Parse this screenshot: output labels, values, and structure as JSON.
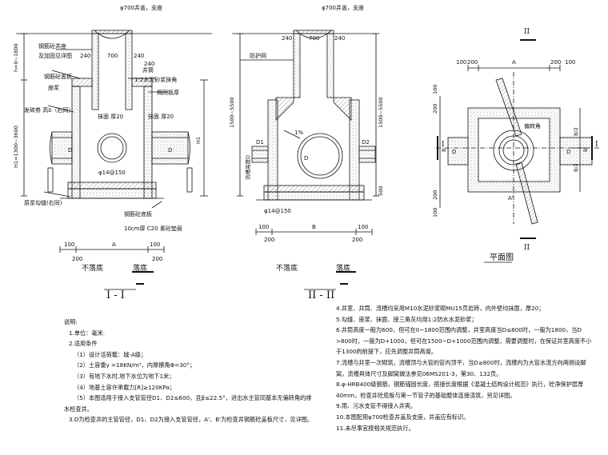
{
  "section1": {
    "title": "I - I",
    "cover_label": "φ700井盖，支座",
    "left_labels": [
      "钢筋砼井座",
      "及加固见详图",
      "钢筋砼盖板",
      "座浆",
      "发砖券 高δ（右同）",
      "原浆勾缝(右同)"
    ],
    "right_labels": [
      "井筒",
      "1:2水泥砂浆抹角",
      "揭同板厚",
      "抹面 厚20"
    ],
    "inner_labels": [
      "抹面 厚20",
      "D",
      "D"
    ],
    "bottom_labels": [
      "钢筋砼底板",
      "10cm厚 C20 素砼垫层",
      "φ14@150"
    ],
    "vertical_dims": [
      "h=0~1800",
      "H1=1300~3600",
      "H1"
    ],
    "top_dims": [
      "240",
      "700",
      "240",
      "240"
    ],
    "bottom_dims": [
      "100",
      "A",
      "100",
      "200",
      "200"
    ],
    "base_labels": [
      "不落底",
      "落底"
    ]
  },
  "section2": {
    "title": "II - II",
    "cover_label": "φ700井盖，支座",
    "labels": [
      "防护网",
      "240",
      "700",
      "240",
      "1%",
      "D1",
      "D2",
      "D",
      "流槽高度D"
    ],
    "vertical_dims": [
      "1500~5500",
      "1500~5500",
      "500"
    ],
    "bottom_labels": [
      "φ14@150"
    ],
    "bottom_dims": [
      "100",
      "B",
      "100",
      "200",
      "200"
    ],
    "base_labels": [
      "不落底",
      "落底"
    ]
  },
  "plan": {
    "title": "平面图",
    "section_mark": "II",
    "section_mark_side": "I",
    "labels": [
      "100",
      "200",
      "A",
      "200",
      "100",
      "偏转角",
      "D",
      "D",
      "A'",
      "B/2",
      "B/2",
      "B",
      "B'",
      "200",
      "100",
      "200",
      "100"
    ]
  },
  "notes_left": {
    "heading": "说明:",
    "items": [
      "1.单位：毫米.",
      "2.适用条件",
      "（1）设计活荷载：城-A级；",
      "（2）土容重γ =18KN/m³，内摩擦角Φ=30°；",
      "（3）有地下水时,地下水位为地下1米；",
      "（4）地基土容许承载力[R]≥120KPa；",
      "（5）本图适用于接入支管管径D1、D2≤600，且β≤22.5°，进出水主管同基本无偏转角的排",
      "水检查井。",
      "3.D为检查井的主管管径，D1、D2为接入支管管径，A'、B'为检查井钢筋砼盖板尺寸，见详图。"
    ]
  },
  "notes_right": {
    "items": [
      "4.井室、井筒、流槽均采用M10水泥砂浆砌MU15页岩砖，内外壁均抹面，厚20；",
      "5.勾缝、座浆、抹面、接三角灰均用1:2防水水泥砂浆；",
      "6.井筒高度一般为600，但可在0~1800范围内调整，井室高度当D≤800时，一般为1800，当D",
      ">800时，一般为D+1000，但可在1500~D+1000范围内调整，需要调整时，在保证井室高度不小",
      "于1300的前提下，应先调整井筒高度。",
      "7.流槽与井室一次砌筑，流槽顶与大管的管内顶平，当D≥800时，流槽内为大管水流方向两侧设脚",
      "窝，流槽具体尺寸及脚窝做法参见06MS201-3，第30、132页。",
      "8.φ-HRB400级钢筋，钢筋锚固长度，搭接长度根据《混凝土结构设计规范》执行，砼净保护层厚",
      "40mm，检查井砼底板与第一节管子的基础整体连接浇筑，另见详图。",
      "9.雨、污水支管不得接入井爽。",
      "10.本图配用φ700检查井盖及支座，井盖应有标识。",
      "11.未尽事宜按相关规范执行。"
    ]
  }
}
